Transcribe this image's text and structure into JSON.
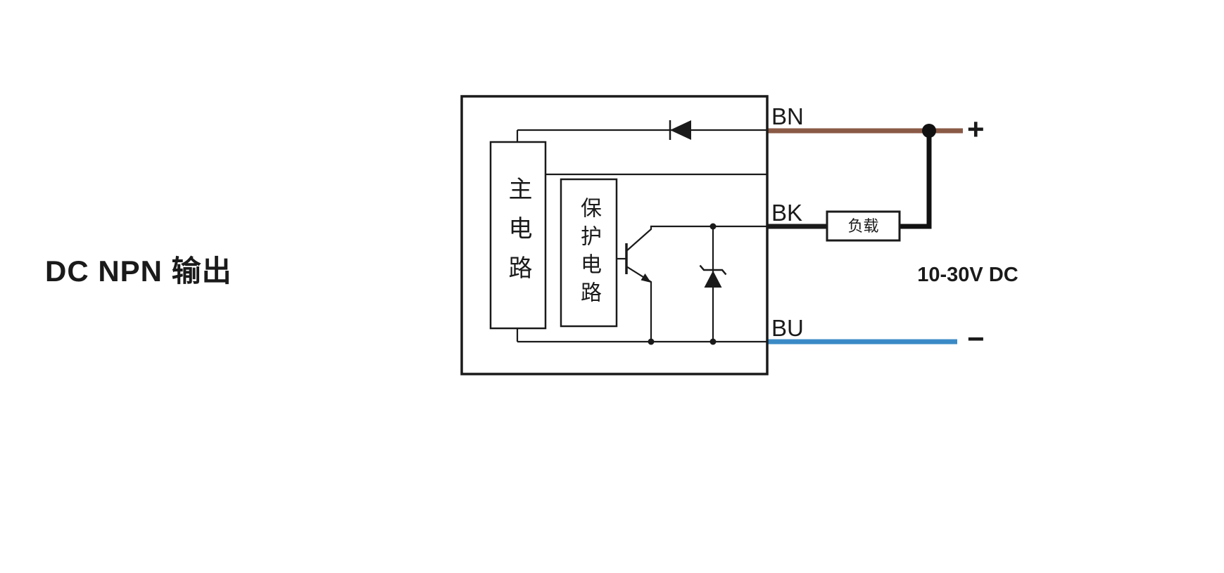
{
  "diagram": {
    "title": "DC NPN 输出",
    "supply_voltage": "10-30V DC",
    "terminals": {
      "positive": "+",
      "negative": "−"
    },
    "wires": {
      "bn": {
        "label": "BN",
        "color": "#8a5a46"
      },
      "bk": {
        "label": "BK",
        "color": "#1a1a1a"
      },
      "bu": {
        "label": "BU",
        "color": "#3a8ac6"
      }
    },
    "blocks": {
      "main_circuit": "主电路",
      "protection_circuit": "保护电路",
      "load": "负载"
    }
  }
}
